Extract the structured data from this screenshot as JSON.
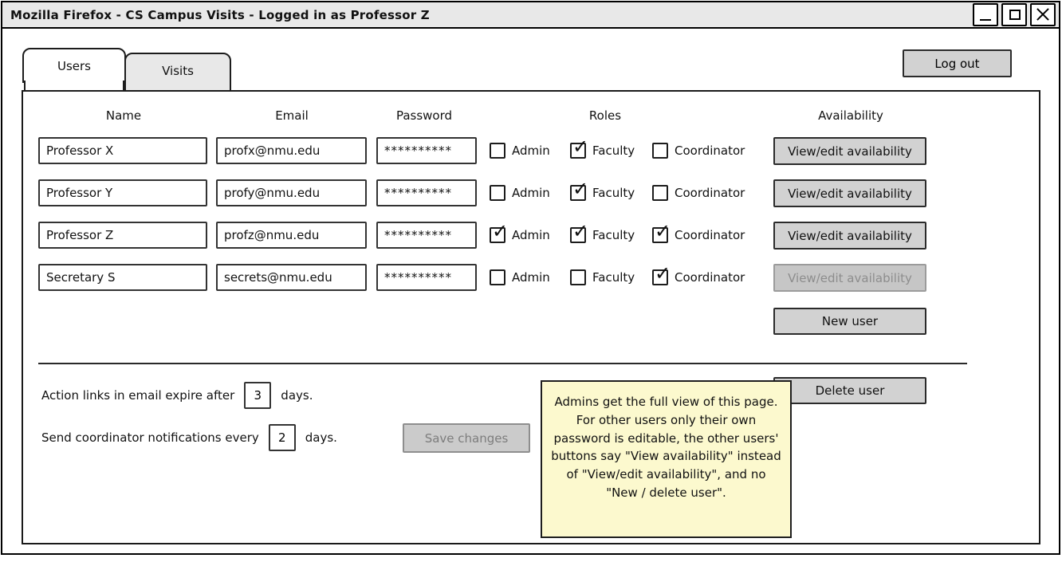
{
  "window": {
    "title": "Mozilla Firefox - CS Campus Visits - Logged in as Professor Z",
    "controls": [
      "minimize",
      "maximize",
      "close"
    ]
  },
  "tabs": [
    {
      "label": "Users",
      "active": true
    },
    {
      "label": "Visits",
      "active": false
    }
  ],
  "logout_label": "Log out",
  "table": {
    "headers": {
      "name": "Name",
      "email": "Email",
      "password": "Password",
      "roles": "Roles",
      "availability": "Availability"
    },
    "role_labels": {
      "admin": "Admin",
      "faculty": "Faculty",
      "coordinator": "Coordinator"
    },
    "rows": [
      {
        "name": "Professor X",
        "email": "profx@nmu.edu",
        "password": "**********",
        "admin": false,
        "faculty": true,
        "coordinator": false,
        "availability_label": "View/edit availability",
        "availability_enabled": true
      },
      {
        "name": "Professor Y",
        "email": "profy@nmu.edu",
        "password": "**********",
        "admin": false,
        "faculty": true,
        "coordinator": false,
        "availability_label": "View/edit availability",
        "availability_enabled": true
      },
      {
        "name": "Professor Z",
        "email": "profz@nmu.edu",
        "password": "**********",
        "admin": true,
        "faculty": true,
        "coordinator": true,
        "availability_label": "View/edit availability",
        "availability_enabled": true
      },
      {
        "name": "Secretary S",
        "email": "secrets@nmu.edu",
        "password": "**********",
        "admin": false,
        "faculty": false,
        "coordinator": true,
        "availability_label": "View/edit availability",
        "availability_enabled": false
      }
    ]
  },
  "buttons": {
    "new_user": "New user",
    "delete_user": "Delete user",
    "save_changes": "Save changes"
  },
  "settings": {
    "expire_prefix": "Action links in email expire after",
    "expire_value": "3",
    "expire_suffix": "days.",
    "notify_prefix": "Send coordinator notifications every",
    "notify_value": "2",
    "notify_suffix": "days."
  },
  "note": {
    "text": "Admins get the full view of this page. For other users only their own password is editable, the other users' buttons say \"View availability\" instead of \"View/edit availability\", and no \"New / delete user\".",
    "bg_color": "#FCF9CE"
  },
  "colors": {
    "titlebar_bg": "#E8E8E8",
    "button_bg": "#D2D2D2",
    "disabled_button_bg": "#C6C6C6",
    "disabled_text": "#8d8d8d",
    "border": "#1a1a1a"
  }
}
